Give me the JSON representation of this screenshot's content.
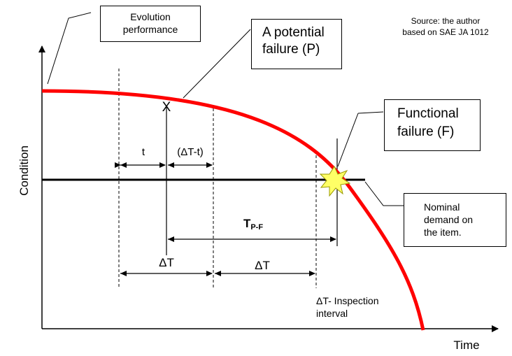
{
  "labels": {
    "evolution_line1": "Evolution",
    "evolution_line2": "performance",
    "potential_line1": "A potential",
    "potential_line2": "failure (P)",
    "functional_line1": "Functional",
    "functional_line2": "failure (F)",
    "nominal_line1": "Nominal",
    "nominal_line2": "demand on",
    "nominal_line3": "the item.",
    "source_line1": "Source: the author",
    "source_line2": "based on SAE JA 1012",
    "y_axis": "Condition",
    "x_axis": "Time",
    "t": "t",
    "delta_t_minus_t": "(ΔT-t)",
    "tpf_main": "T",
    "tpf_sub": "P-F",
    "delta_t_1": "ΔT",
    "delta_t_2": "ΔT",
    "inspection_line1": "ΔT- Inspection",
    "inspection_line2": "interval",
    "p_marker": "X"
  },
  "colors": {
    "curve": "#ff0000",
    "axis": "#000000",
    "starburst": "#ffff66",
    "starburst_stroke": "#999900"
  }
}
